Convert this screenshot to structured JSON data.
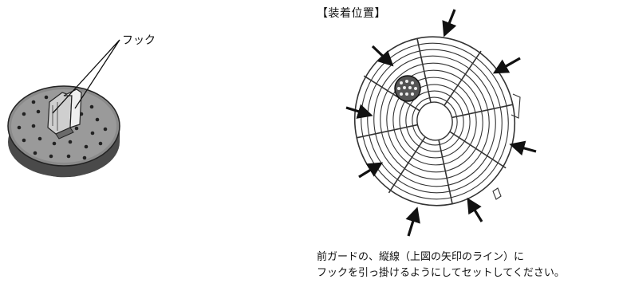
{
  "hook_label": "フック",
  "position_title": "【装着位置】",
  "caption": {
    "line1": "前ガードの、縦線（上図の矢印のライン）に",
    "line2": "フックを引っ掛けるようにしてセットしてください。"
  }
}
